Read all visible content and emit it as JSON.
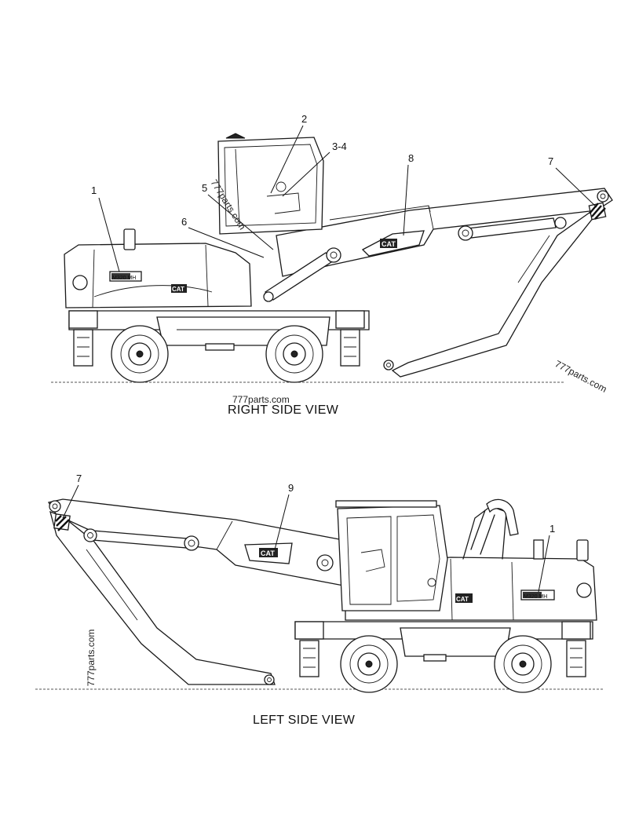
{
  "views": [
    {
      "title": "RIGHT SIDE VIEW",
      "callouts": [
        "1",
        "2",
        "3-4",
        "5",
        "6",
        "8",
        "7"
      ],
      "decals": {
        "model": "M320 MH",
        "logo": "CAT"
      }
    },
    {
      "title": "LEFT SIDE VIEW",
      "callouts": [
        "7",
        "9",
        "1"
      ],
      "decals": {
        "model": "M320 MH",
        "logo": "CAT"
      }
    }
  ],
  "watermarks": [
    "777parts.com",
    "777parts.com",
    "777parts.com",
    "777parts.com"
  ],
  "icons": [
    "hazard-stripe-decal-icon",
    "cat-logo-decal-icon",
    "model-decal-icon"
  ]
}
